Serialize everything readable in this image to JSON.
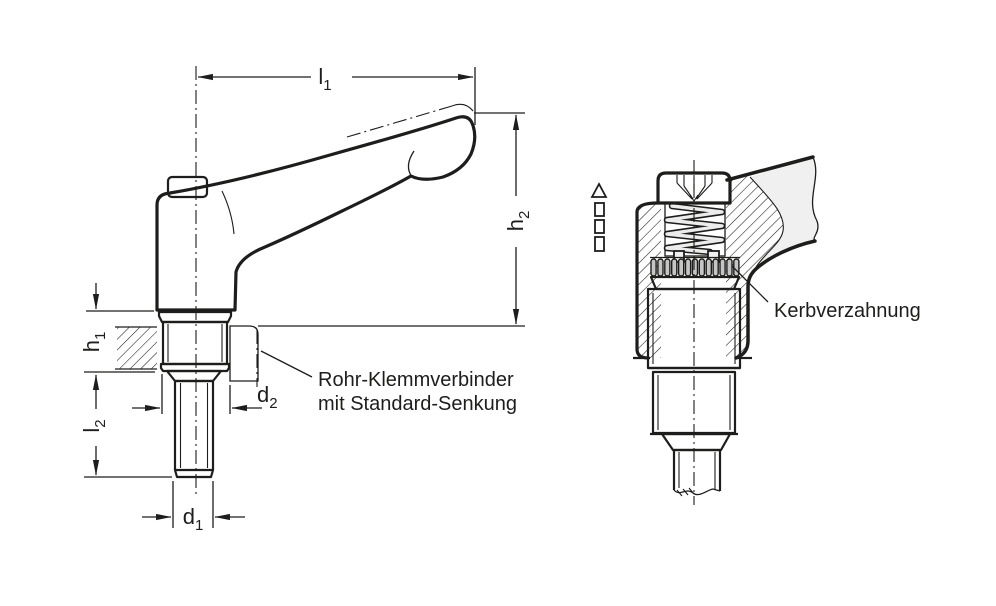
{
  "drawing": {
    "type": "technical-catalog-drawing",
    "views": {
      "left_view": "adjustable-hand-lever-side-view",
      "right_view": "adjustable-hand-lever-section-view"
    },
    "dimensions": {
      "l1": {
        "base": "l",
        "sub": "1"
      },
      "h2": {
        "base": "h",
        "sub": "2"
      },
      "h1": {
        "base": "h",
        "sub": "1"
      },
      "l2": {
        "base": "l",
        "sub": "2"
      },
      "d2": {
        "base": "d",
        "sub": "2"
      },
      "d1": {
        "base": "d",
        "sub": "1"
      }
    },
    "annotations": {
      "note_line1": "Rohr-Klemmverbinder",
      "note_line2": "mit Standard-Senkung",
      "kerbverzahnung": "Kerbverzahnung"
    },
    "colors": {
      "stroke": "#1d1d1b",
      "fill_light": "#f0f0f0",
      "fill_teeth": "#c6c6c6",
      "background": "#ffffff"
    }
  }
}
